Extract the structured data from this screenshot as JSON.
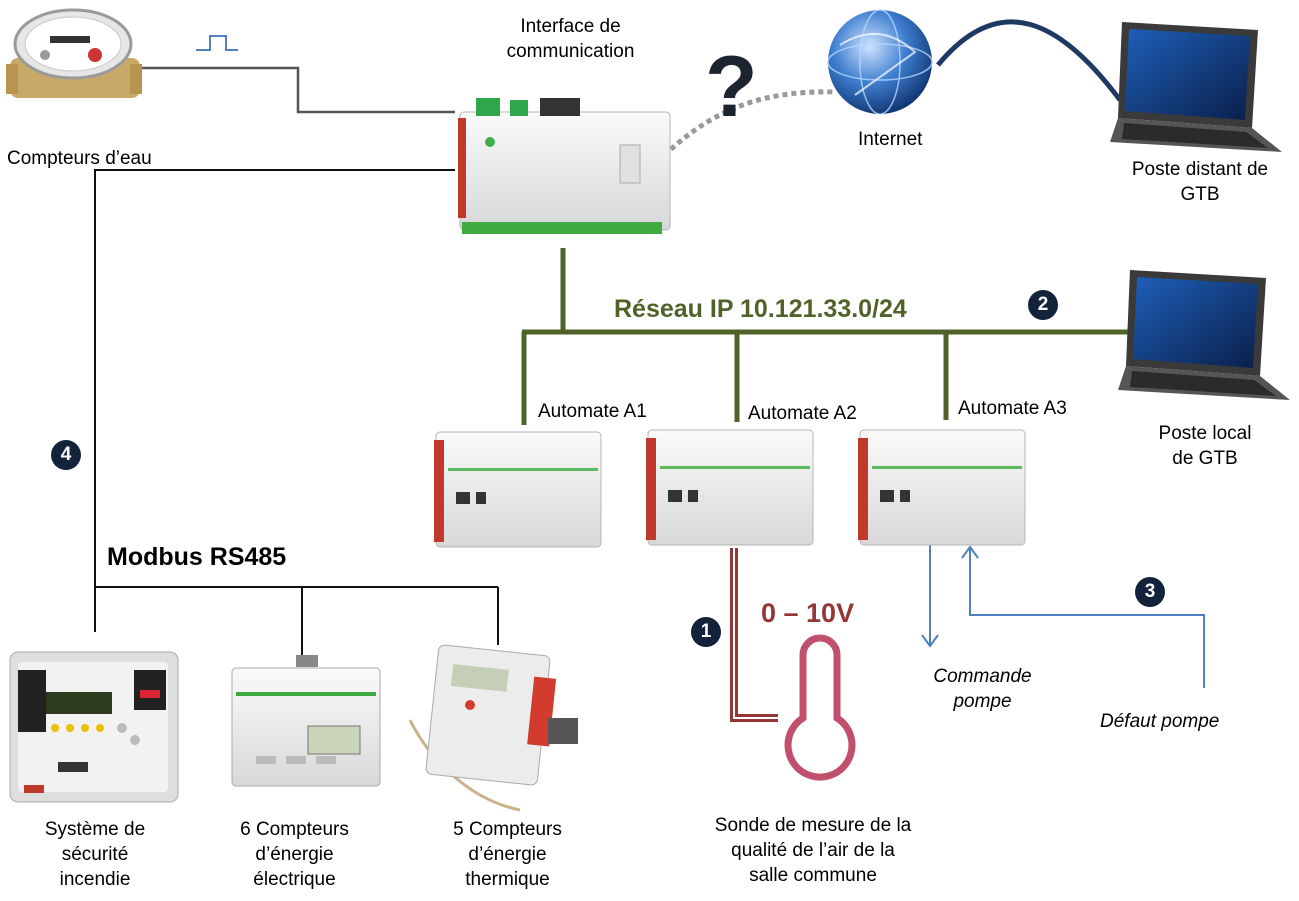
{
  "devices": {
    "water_meters": "Compteurs d’eau",
    "interface_line1": "Interface de",
    "interface_line2": "communication",
    "internet": "Internet",
    "remote_station_line1": "Poste distant de",
    "remote_station_line2": "GTB",
    "local_station_line1": "Poste local",
    "local_station_line2": "de GTB",
    "plc_a1": "Automate A1",
    "plc_a2": "Automate A2",
    "plc_a3": "Automate A3",
    "fire_line1": "Système de",
    "fire_line2": "sécurité",
    "fire_line3": "incendie",
    "elec_line1": "6 Compteurs",
    "elec_line2": "d’énergie",
    "elec_line3": "électrique",
    "therm_line1": "5 Compteurs",
    "therm_line2": "d’énergie",
    "therm_line3": "thermique",
    "probe_line1": "Sonde de mesure de la",
    "probe_line2": "qualité de l’air de la",
    "probe_line3": "salle commune"
  },
  "links": {
    "ip_network": "Réseau IP 10.121.33.0/24",
    "modbus": "Modbus RS485",
    "voltage": "0 – 10V",
    "pump_cmd_line1": "Commande",
    "pump_cmd_line2": "pompe",
    "pump_fault": "Défaut pompe",
    "unknown_link": "?"
  },
  "badges": {
    "b1": "1",
    "b2": "2",
    "b3": "3",
    "b4": "4"
  },
  "colors": {
    "ip_network": "#4f6228",
    "analog": "#943634",
    "signal": "#4f81bd",
    "bus": "#000000",
    "badge": "#14233c"
  }
}
